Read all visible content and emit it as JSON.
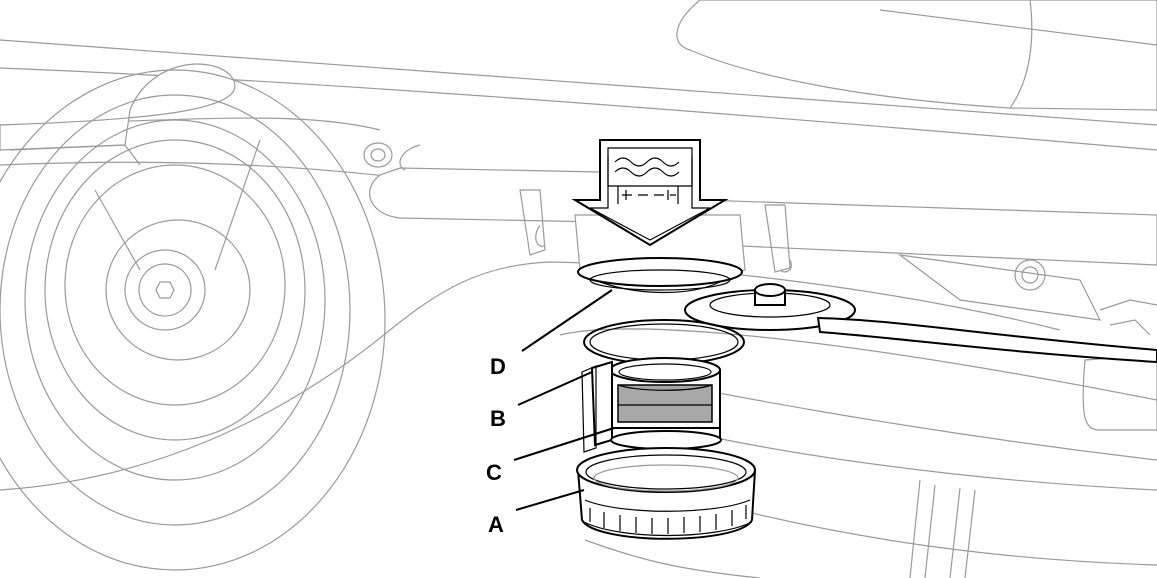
{
  "callouts": {
    "a": "A",
    "b": "B",
    "c": "C",
    "d": "D"
  },
  "icons": {
    "drain_arrow": "down-arrow-icon",
    "water_symbol": "water-waves-icon",
    "filter_symbol": "filter-icon"
  },
  "colors": {
    "ink": "#000000",
    "ghost": "#9a9a9a",
    "mesh": "#a8a8a8",
    "background": "#ffffff"
  }
}
